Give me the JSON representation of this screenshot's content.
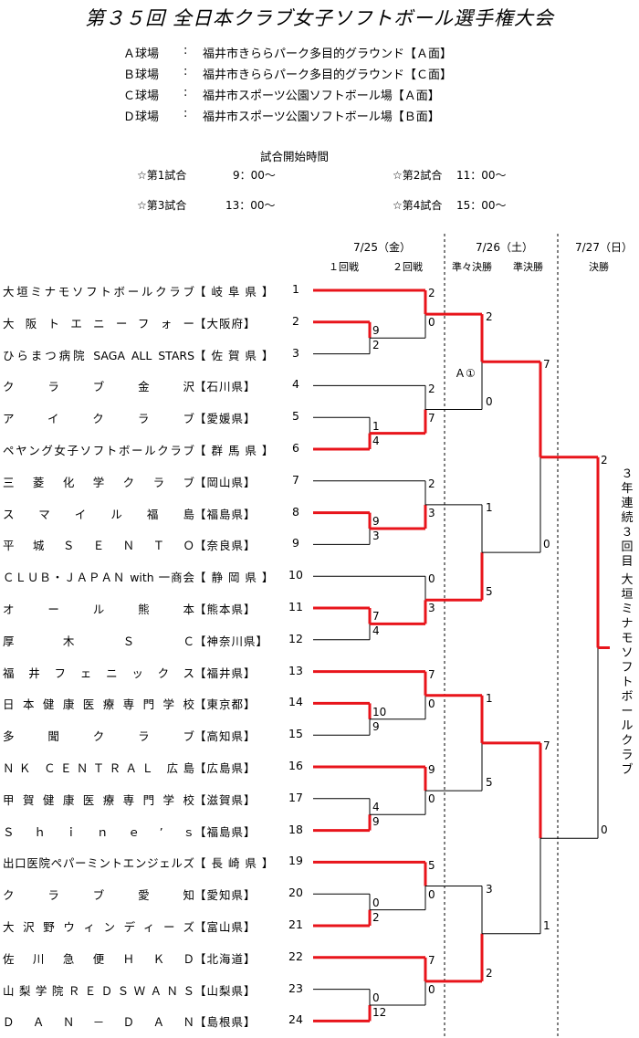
{
  "title": "第３５回 全日本クラブ女子ソフトボール選手権大会",
  "venues": [
    {
      "name": "Ａ球場",
      "sep": ":",
      "place": "福井市きららパーク多目的グラウンド【Ａ面】"
    },
    {
      "name": "Ｂ球場",
      "sep": ":",
      "place": "福井市きららパーク多目的グラウンド【Ｃ面】"
    },
    {
      "name": "Ｃ球場",
      "sep": ":",
      "place": "福井市スポーツ公園ソフトボール場【Ａ面】"
    },
    {
      "name": "Ｄ球場",
      "sep": ":",
      "place": "福井市スポーツ公園ソフトボール場【Ｂ面】"
    }
  ],
  "schedule": {
    "heading": "試合開始時間",
    "games": [
      {
        "label": "☆第1試合",
        "time": "9：00～"
      },
      {
        "label": "☆第2試合",
        "time": "11：00～"
      },
      {
        "label": "☆第3試合",
        "time": "13：00～"
      },
      {
        "label": "☆第4試合",
        "time": "15：00～"
      }
    ]
  },
  "dates": {
    "d1": "7/25（金）",
    "d2": "7/26（土）",
    "d3": "7/27（日）"
  },
  "rounds": {
    "r1": "１回戦",
    "r2": "２回戦",
    "qf": "準々決勝",
    "sf": "準決勝",
    "final": "決勝"
  },
  "teams": [
    {
      "name": "大垣ミナモソフトボールクラブ",
      "pref": "【 岐 阜 県 】",
      "seed": "1"
    },
    {
      "name": "大阪トエニーフォー",
      "pref": "【大阪府】",
      "seed": "2"
    },
    {
      "name": "ひらまつ病院 SAGA ALL STARS",
      "pref": "【 佐 賀 県 】",
      "seed": "3"
    },
    {
      "name": "クラブ金沢",
      "pref": "【石川県】",
      "seed": "4"
    },
    {
      "name": "アイクラブ",
      "pref": "【愛媛県】",
      "seed": "5"
    },
    {
      "name": "ペヤング女子ソフトボールクラブ",
      "pref": "【 群 馬 県 】",
      "seed": "6"
    },
    {
      "name": "三菱化学クラブ",
      "pref": "【岡山県】",
      "seed": "7"
    },
    {
      "name": "スマイル福島",
      "pref": "【福島県】",
      "seed": "8"
    },
    {
      "name": "平城ＳＥＮＴＯ",
      "pref": "【奈良県】",
      "seed": "9"
    },
    {
      "name": "ＣＬＵＢ・ＪＡＰＡＮ with 一商会",
      "pref": "【 静 岡 県 】",
      "seed": "10"
    },
    {
      "name": "オール熊本",
      "pref": "【熊本県】",
      "seed": "11"
    },
    {
      "name": "厚木ＳＣ",
      "pref": "【神奈川県】",
      "seed": "12"
    },
    {
      "name": "福井フェニックス",
      "pref": "【福井県】",
      "seed": "13"
    },
    {
      "name": "日本健康医療専門学校",
      "pref": "【東京都】",
      "seed": "14"
    },
    {
      "name": "多聞クラブ",
      "pref": "【高知県】",
      "seed": "15"
    },
    {
      "name": "ＮＫ ＣＥＮＴＲＡＬ 広島",
      "pref": "【広島県】",
      "seed": "16"
    },
    {
      "name": "甲賀健康医療専門学校",
      "pref": "【滋賀県】",
      "seed": "17"
    },
    {
      "name": "Ｓｈｉｎｅ’ｓ",
      "pref": "【福島県】",
      "seed": "18"
    },
    {
      "name": "出口医院ペパーミントエンジェルズ",
      "pref": "【 長 崎 県 】",
      "seed": "19"
    },
    {
      "name": "クラブ愛知",
      "pref": "【愛知県】",
      "seed": "20"
    },
    {
      "name": "大沢野ウィンディーズ",
      "pref": "【富山県】",
      "seed": "21"
    },
    {
      "name": "佐川急便ＨＫＤ",
      "pref": "【北海道】",
      "seed": "22"
    },
    {
      "name": "山梨学院ＲＥＤＳＷＡＮＳ",
      "pref": "【山梨県】",
      "seed": "23"
    },
    {
      "name": "ＤＡＮ－ＤＡＮ",
      "pref": "【島根県】",
      "seed": "24"
    }
  ],
  "scores": {
    "r1": [
      [
        "9",
        "2"
      ],
      [
        "1",
        "4"
      ],
      [
        "9",
        "3"
      ],
      [
        "7",
        "4"
      ],
      [
        "10",
        "9"
      ],
      [
        "4",
        "9"
      ],
      [
        "0",
        "2"
      ],
      [
        "0",
        "12"
      ]
    ],
    "r2": [
      [
        "2",
        "0"
      ],
      [
        "2",
        "7"
      ],
      [
        "2",
        "3"
      ],
      [
        "0",
        "3"
      ],
      [
        "7",
        "0"
      ],
      [
        "9",
        "0"
      ],
      [
        "5",
        "0"
      ],
      [
        "7",
        "0"
      ]
    ],
    "qf": [
      [
        "2",
        "0"
      ],
      [
        "1",
        "5"
      ],
      [
        "1",
        "5"
      ],
      [
        "3",
        "2"
      ]
    ],
    "sf": [
      [
        "7",
        "0"
      ],
      [
        "7",
        "1"
      ]
    ],
    "final": [
      "2",
      "0"
    ]
  },
  "qf_venue_mark": "Ａ①",
  "champion_note": "３年連続３回目",
  "champion": "大垣ミナモソフトボールクラブ",
  "colors": {
    "win": "#e8141b",
    "line": "#000000"
  }
}
